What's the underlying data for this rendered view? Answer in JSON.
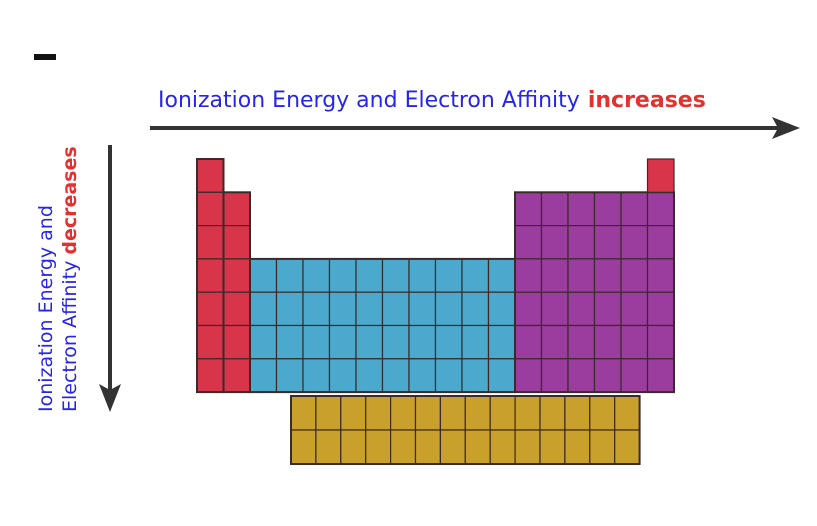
{
  "colors": {
    "label_blue": "#2626e8",
    "label_red": "#e53030",
    "arrow": "#333333",
    "grid_line": "#3a2a2a",
    "s_block": "#d8344a",
    "p_block": "#9b3d9e",
    "d_block": "#4aa9cc",
    "f_block": "#c9a02c",
    "helium": "#d8344a"
  },
  "horizontal_label": {
    "text": "Ionization Energy and Electron Affinity",
    "emphasis": "increases"
  },
  "vertical_label": {
    "line1": "Ionization Energy and",
    "line2": "Electron Affinity",
    "emphasis": "decreases"
  },
  "table": {
    "s_block": {
      "columns": 2,
      "rows": 7,
      "first_column_top_row": 1,
      "second_column_top_row": 2
    },
    "p_block": {
      "columns": 6,
      "rows": 6
    },
    "d_block": {
      "columns": 10,
      "rows": 4
    },
    "f_block": {
      "columns": 14,
      "rows": 2
    },
    "helium": {
      "columns": 1,
      "rows": 1
    }
  }
}
